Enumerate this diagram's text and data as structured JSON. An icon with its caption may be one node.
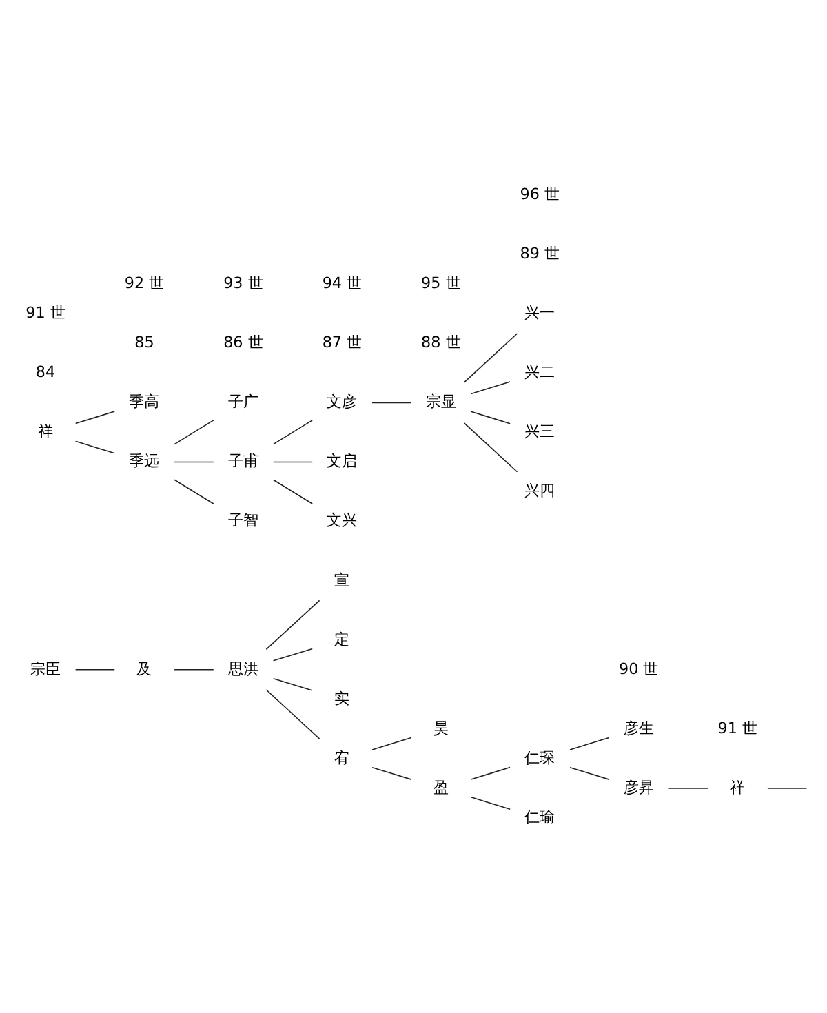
{
  "diagram": {
    "nodes": [
      {
        "text": [
          "宗臣"
        ]
      },
      {
        "text": [
          "及"
        ]
      },
      {
        "text": [
          "思洪"
        ]
      },
      {
        "text": [
          "宣"
        ]
      },
      {
        "text": [
          "定"
        ]
      },
      {
        "text": [
          "实"
        ]
      },
      {
        "text": [
          "宥"
        ]
      },
      {
        "text": [
          "昊"
        ]
      },
      {
        "text": [
          "盈"
        ]
      },
      {
        "text": [
          "仁琛"
        ]
      },
      {
        "text": [
          "彦生"
        ]
      },
      {
        "text": [
          "彦昇"
        ]
      },
      {
        "text": [
          "祥"
        ]
      },
      {
        "text": [
          "仁瑜"
        ]
      },
      {
        "text": [
          "祥"
        ]
      },
      {
        "text": [
          "季高"
        ]
      },
      {
        "text": [
          "季远"
        ]
      },
      {
        "text": [
          "子广"
        ]
      },
      {
        "text": [
          "子甫"
        ]
      },
      {
        "text": [
          "文彦"
        ]
      },
      {
        "text": [
          "宗显"
        ]
      },
      {
        "text": [
          "兴一"
        ]
      },
      {
        "text": [
          "文启"
        ]
      },
      {
        "text": [
          "兴二"
        ]
      },
      {
        "text": [
          "文兴"
        ]
      },
      {
        "text": [
          "兴三"
        ]
      },
      {
        "text": [
          "子智"
        ]
      },
      {
        "text": [
          "兴四"
        ]
      }
    ],
    "edges": [
      {
        "from": 0,
        "to": 1,
        "arrow": "none"
      },
      {
        "from": 1,
        "to": 2,
        "arrow": "none"
      },
      {
        "from": 2,
        "to": 3,
        "arrow": "none"
      },
      {
        "from": 2,
        "to": 4,
        "arrow": "none"
      },
      {
        "from": 2,
        "to": 5,
        "arrow": "none"
      },
      {
        "from": 2,
        "to": 6,
        "arrow": "none"
      },
      {
        "from": 6,
        "to": 7,
        "arrow": "none"
      },
      {
        "from": 6,
        "to": 8,
        "arrow": "none"
      },
      {
        "from": 8,
        "to": 9,
        "arrow": "none"
      },
      {
        "from": 8,
        "to": 13,
        "arrow": "none"
      },
      {
        "from": 9,
        "to": 10,
        "arrow": "none"
      },
      {
        "from": 9,
        "to": 11,
        "arrow": "none"
      },
      {
        "from": 11,
        "to": 12,
        "arrow": "none"
      },
      {
        "from": 12,
        "to": null,
        "arrow": "none"
      },
      {
        "from": 14,
        "to": 15,
        "arrow": "none"
      },
      {
        "from": 14,
        "to": 16,
        "arrow": "none"
      },
      {
        "from": 16,
        "to": 17,
        "arrow": "none"
      },
      {
        "from": 16,
        "to": 18,
        "arrow": "none"
      },
      {
        "from": 16,
        "to": 26,
        "arrow": "none"
      },
      {
        "from": 18,
        "to": 19,
        "arrow": "none"
      },
      {
        "from": 18,
        "to": 22,
        "arrow": "none"
      },
      {
        "from": 18,
        "to": 24,
        "arrow": "none"
      },
      {
        "from": 19,
        "to": 20,
        "arrow": "none"
      },
      {
        "from": 20,
        "to": 21,
        "arrow": "none"
      },
      {
        "from": 20,
        "to": 23,
        "arrow": "none"
      },
      {
        "from": 20,
        "to": 25,
        "arrow": "none"
      },
      {
        "from": 20,
        "to": 27,
        "arrow": "none"
      }
    ],
    "labels": [
      "84",
      "85",
      "86 世",
      "87 世",
      "88 世",
      "89 世",
      "90 世",
      "91 世",
      "91 世",
      "92 世",
      "93 世",
      "94 世",
      "95 世",
      "96 世"
    ]
  }
}
